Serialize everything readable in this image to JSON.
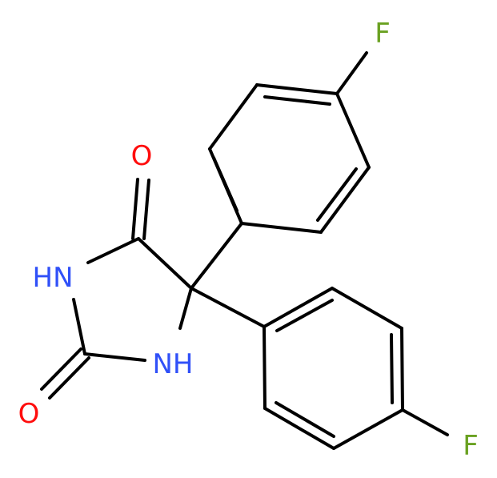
{
  "molecule": {
    "atom_labels": {
      "f_top": "F",
      "f_bottom": "F",
      "o_carbonyl_4": "O",
      "o_carbonyl_2": "O",
      "nh_3": "HN",
      "nh_1": "NH"
    },
    "colors": {
      "bond": "#000000",
      "fluorine": "#6aa121",
      "oxygen": "#ff0d0d",
      "nitrogen": "#3050f8"
    }
  }
}
